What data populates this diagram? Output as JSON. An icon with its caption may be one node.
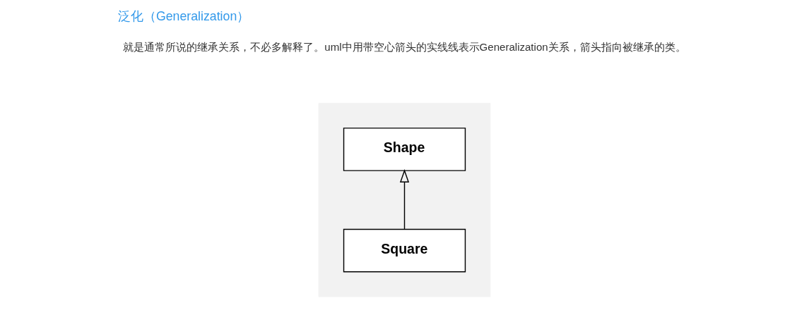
{
  "diagram": {
    "title": "泛化（Generalization）",
    "nodes": [
      {
        "text": [],
        "shape": "box"
      },
      {
        "text": [
          "Shape"
        ],
        "in": 0
      },
      {
        "text": [
          "Square"
        ],
        "in": 0
      }
    ],
    "edges": [
      {
        "from": 2,
        "to": 1,
        "arrow": "to"
      }
    ],
    "labels": [
      "就是通常所说的继承关系，不必多解释了。uml中用带空心箭头的实线线表示Generalization关系，箭头指向被继承的类。"
    ]
  }
}
